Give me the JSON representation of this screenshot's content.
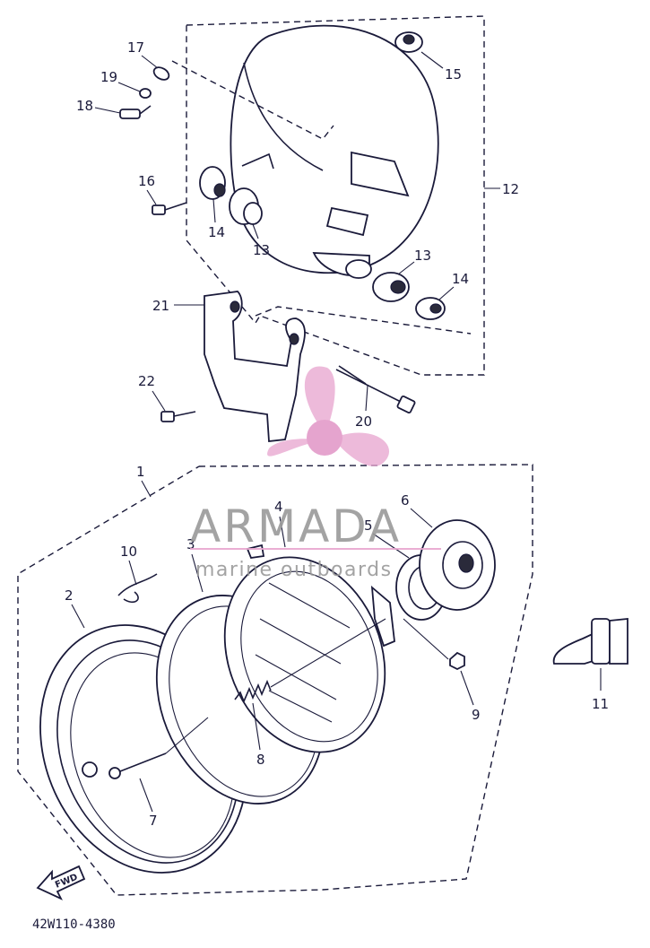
{
  "diagram_code": "42W110-4380",
  "fwd_label": "FWD",
  "watermark": {
    "brand": "ARMADA",
    "tagline": "marine outboards",
    "color": "#e8a6cf"
  },
  "callouts": [
    "1",
    "2",
    "3",
    "4",
    "5",
    "6",
    "7",
    "8",
    "9",
    "10",
    "11",
    "12",
    "13",
    "13",
    "14",
    "14",
    "15",
    "16",
    "17",
    "18",
    "19",
    "20",
    "21",
    "22"
  ]
}
